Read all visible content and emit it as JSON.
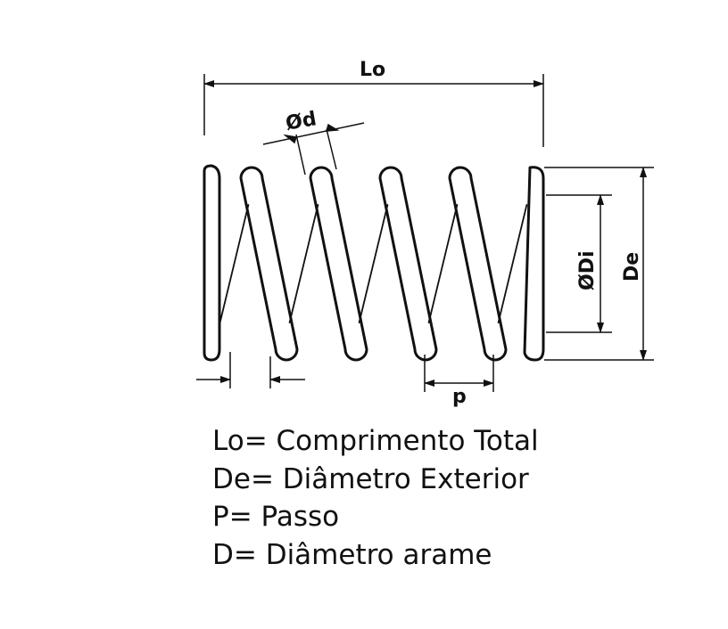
{
  "diagram": {
    "labels": {
      "length": "Lo",
      "wire_diameter": "Ød",
      "inner_diameter": "ØDi",
      "outer_diameter": "De",
      "pitch": "p"
    },
    "legend": [
      "Lo= Comprimento Total",
      "De= Diâmetro Exterior",
      "P= Passo",
      "D= Diâmetro arame"
    ],
    "colors": {
      "line": "#111111",
      "background": "#ffffff"
    }
  }
}
